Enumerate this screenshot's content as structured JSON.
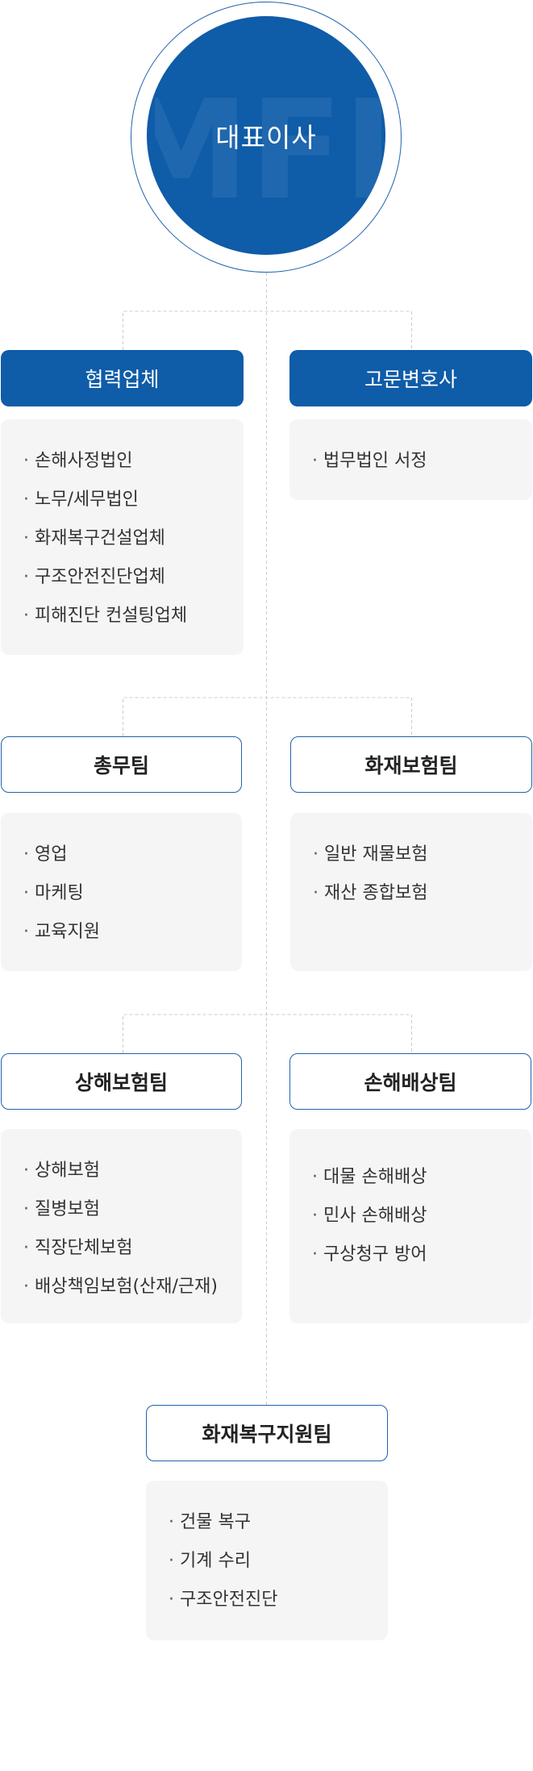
{
  "ceo": {
    "title": "대표이사",
    "watermark": "MFL"
  },
  "colors": {
    "primary": "#0f5ca8",
    "line": "#cccccc",
    "box_bg": "#f5f5f5"
  },
  "bullet": "·",
  "departments": [
    {
      "id": "partners",
      "name": "협력업체",
      "style": "filled",
      "items": [
        "손해사정법인",
        "노무/세무법인",
        "화재복구건설업체",
        "구조안전진단업체",
        "피해진단 컨설팅업체"
      ]
    },
    {
      "id": "advisor",
      "name": "고문변호사",
      "style": "filled",
      "items": [
        "법무법인 서정"
      ]
    },
    {
      "id": "general",
      "name": "총무팀",
      "style": "outline",
      "items": [
        "영업",
        "마케팅",
        "교육지원"
      ]
    },
    {
      "id": "fire-insurance",
      "name": "화재보험팀",
      "style": "outline",
      "items": [
        "일반 재물보험",
        "재산 종합보험"
      ]
    },
    {
      "id": "injury-insurance",
      "name": "상해보험팀",
      "style": "outline",
      "items": [
        "상해보험",
        "질병보험",
        "직장단체보험",
        "배상책임보험(산재/근재)"
      ]
    },
    {
      "id": "compensation",
      "name": "손해배상팀",
      "style": "outline",
      "items": [
        "대물 손해배상",
        "민사 손해배상",
        "구상청구 방어"
      ]
    },
    {
      "id": "restoration",
      "name": "화재복구지원팀",
      "style": "outline",
      "items": [
        "건물 복구",
        "기계 수리",
        "구조안전진단"
      ]
    }
  ]
}
